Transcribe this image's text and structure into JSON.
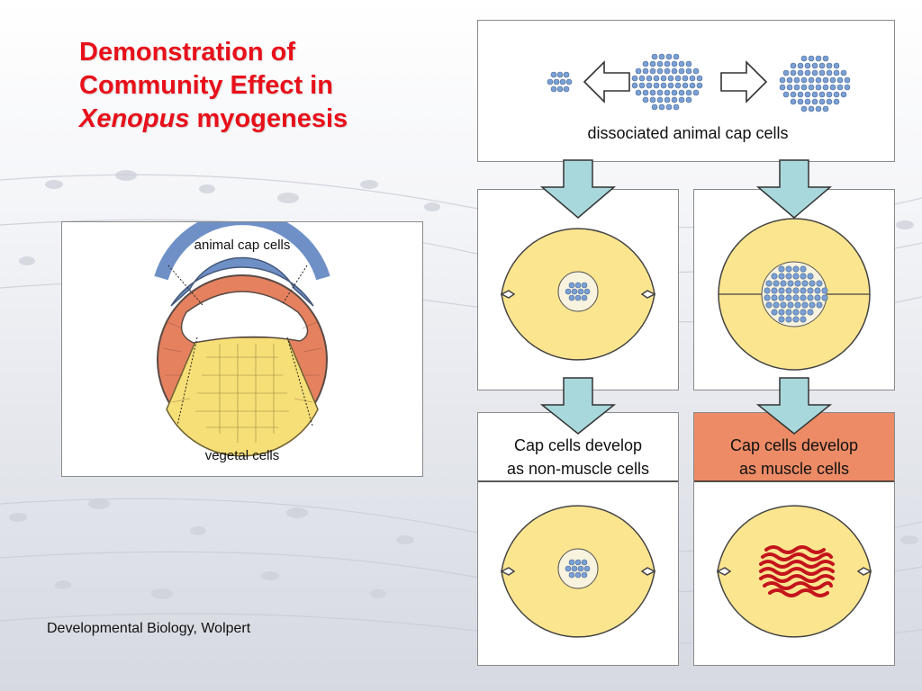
{
  "title": {
    "line1": "Demonstration of",
    "line2": "Community Effect in",
    "line3_italic": "Xenopus",
    "line3_rest": " myogenesis"
  },
  "embryo_figure": {
    "top_label": "animal cap cells",
    "bottom_label": "vegetal cells"
  },
  "experiment": {
    "dissociated_label": "dissociated animal cap cells",
    "left_outcome": [
      "Cap cells develop",
      "as non-muscle cells"
    ],
    "right_outcome": [
      "Cap cells develop",
      "as muscle cells"
    ]
  },
  "credit": "Developmental Biology, Wolpert",
  "colors": {
    "title_red": "#e8101a",
    "cap_blue": "#6f90c6",
    "mesoderm_orange": "#e5815f",
    "vegetal_yellow": "#f6df76",
    "embryo_yellow": "#fbe58f",
    "arrow_cyan": "#a8d8dc",
    "muscle_band": "#ec8b66",
    "muscle_red": "#c3141c"
  }
}
